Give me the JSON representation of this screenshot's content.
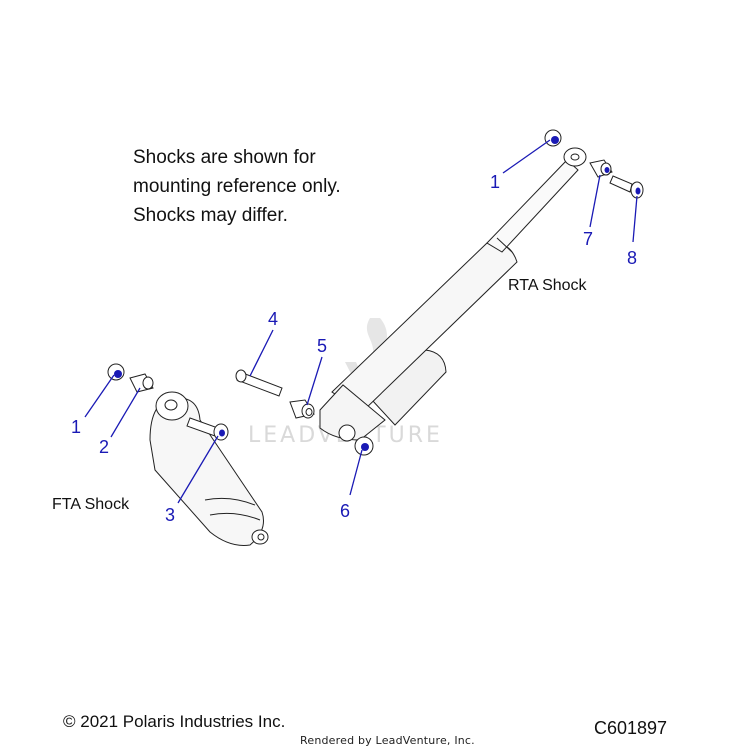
{
  "note": {
    "lines": [
      "Shocks are shown for",
      "mounting reference only.",
      "Shocks may differ."
    ]
  },
  "labels": {
    "rta_shock": "RTA Shock",
    "fta_shock": "FTA Shock"
  },
  "callouts": {
    "rta_1": "1",
    "rta_7": "7",
    "rta_8": "8",
    "part_4": "4",
    "part_5": "5",
    "part_6": "6",
    "fta_1": "1",
    "fta_2": "2",
    "fta_3": "3"
  },
  "watermark": {
    "text": "LEADVENTURE"
  },
  "footer": {
    "copyright": "© 2021 Polaris Industries Inc.",
    "rendered_by": "Rendered by LeadVenture, Inc.",
    "diagram_code": "C601897"
  },
  "colors": {
    "callout": "#1a1ab5",
    "line_art": "#222222",
    "shock_body": "#f7f7f7",
    "watermark": "#d9d9d9"
  }
}
